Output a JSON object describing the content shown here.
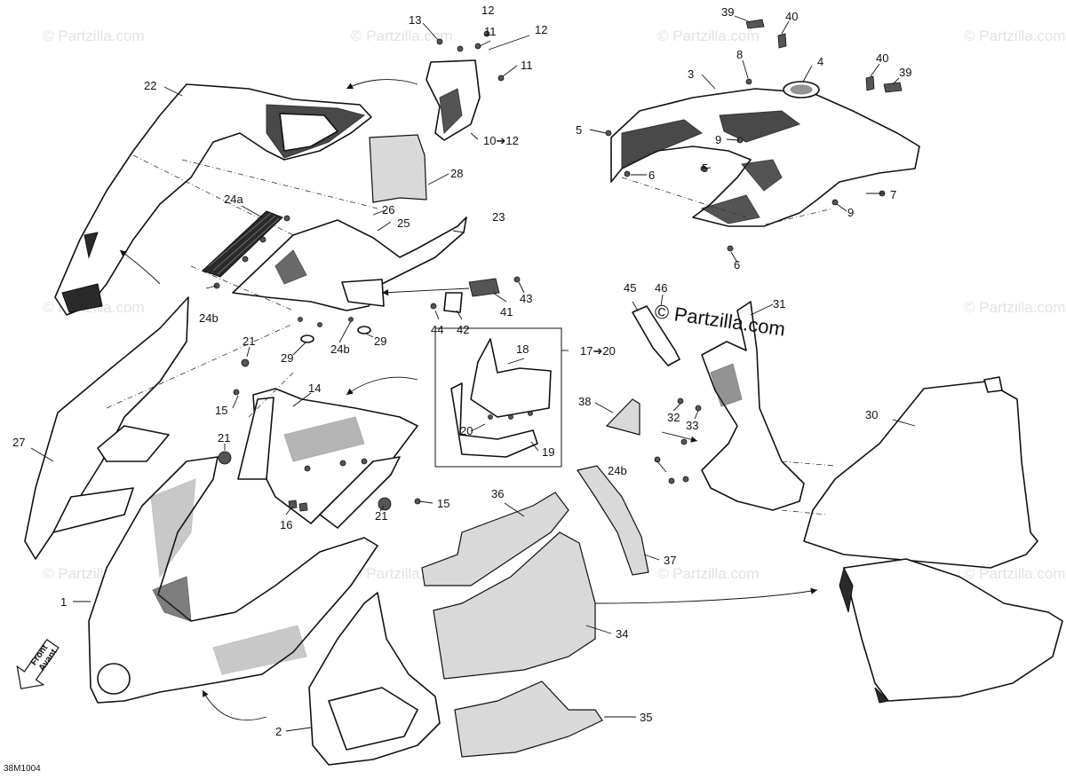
{
  "diagram_code": "38M1004",
  "watermark": "© Partzilla.com",
  "center_watermark": "© Partzilla.com",
  "front_arrow": {
    "line1": "Front",
    "line2": "Avant"
  },
  "callouts": [
    {
      "label": "1"
    },
    {
      "label": "2"
    },
    {
      "label": "3"
    },
    {
      "label": "4"
    },
    {
      "label": "5"
    },
    {
      "label": "5"
    },
    {
      "label": "6"
    },
    {
      "label": "6"
    },
    {
      "label": "7"
    },
    {
      "label": "8"
    },
    {
      "label": "9"
    },
    {
      "label": "9"
    },
    {
      "label": "10➔12"
    },
    {
      "label": "11"
    },
    {
      "label": "11"
    },
    {
      "label": "12"
    },
    {
      "label": "12"
    },
    {
      "label": "13"
    },
    {
      "label": "14"
    },
    {
      "label": "15"
    },
    {
      "label": "15"
    },
    {
      "label": "16"
    },
    {
      "label": "17➔20"
    },
    {
      "label": "18"
    },
    {
      "label": "19"
    },
    {
      "label": "20"
    },
    {
      "label": "21"
    },
    {
      "label": "21"
    },
    {
      "label": "21"
    },
    {
      "label": "22"
    },
    {
      "label": "23"
    },
    {
      "label": "24a"
    },
    {
      "label": "24b"
    },
    {
      "label": "24b"
    },
    {
      "label": "24b"
    },
    {
      "label": "25"
    },
    {
      "label": "26"
    },
    {
      "label": "27"
    },
    {
      "label": "28"
    },
    {
      "label": "29"
    },
    {
      "label": "29"
    },
    {
      "label": "30"
    },
    {
      "label": "31"
    },
    {
      "label": "32"
    },
    {
      "label": "33"
    },
    {
      "label": "34"
    },
    {
      "label": "35"
    },
    {
      "label": "36"
    },
    {
      "label": "37"
    },
    {
      "label": "38"
    },
    {
      "label": "39"
    },
    {
      "label": "39"
    },
    {
      "label": "40"
    },
    {
      "label": "40"
    },
    {
      "label": "41"
    },
    {
      "label": "42"
    },
    {
      "label": "43"
    },
    {
      "label": "44"
    },
    {
      "label": "45"
    },
    {
      "label": "46"
    }
  ]
}
